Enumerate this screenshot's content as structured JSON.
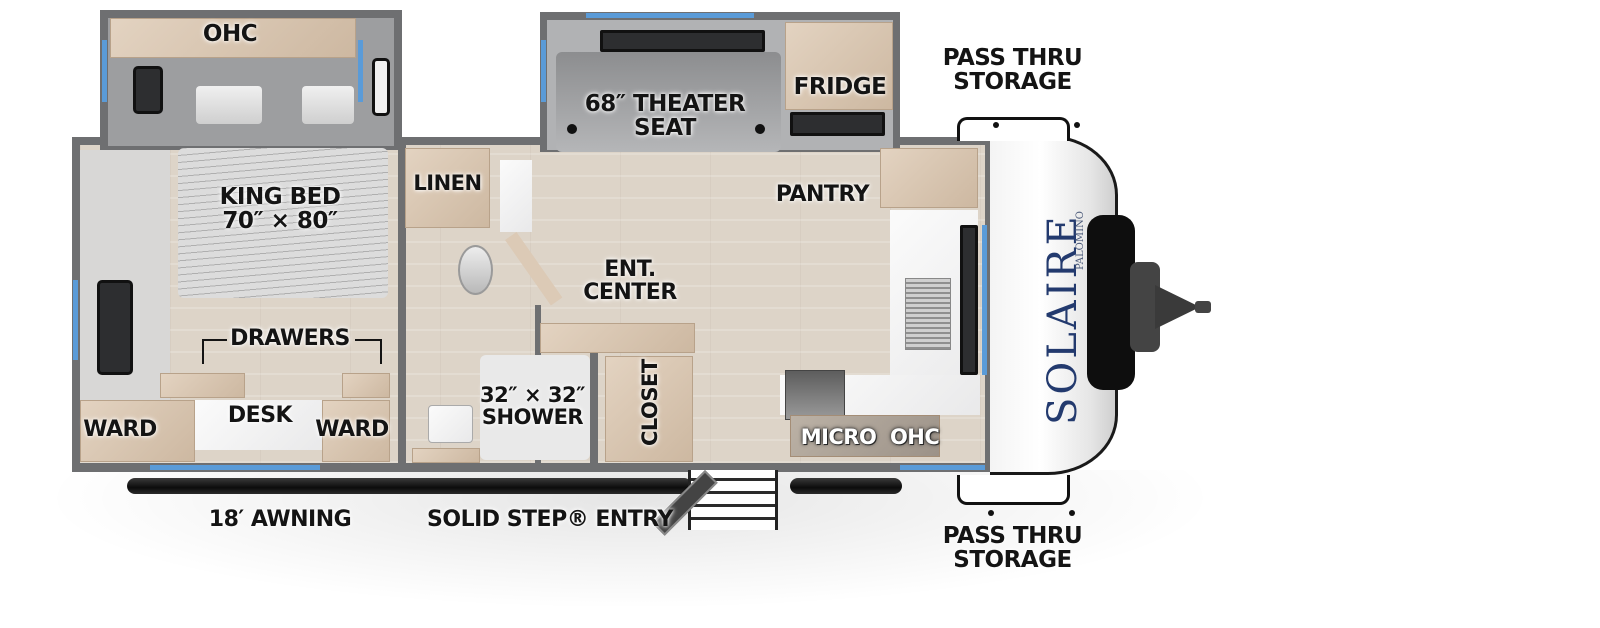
{
  "floorplan": {
    "brand": "SOLAIRE",
    "brand_sub": "PALOMINO",
    "colors": {
      "wall": "#6e6f71",
      "floor": "#ddd4c8",
      "cabinet": "#d9c7b3",
      "window": "#5a9bd8",
      "label": "#141414"
    },
    "labels": {
      "ohc_bedroom": "OHC",
      "king_bed_line1": "KING BED",
      "king_bed_line2": "70″ × 80″",
      "drawers": "DRAWERS",
      "desk": "DESK",
      "ward_left": "WARD",
      "ward_right": "WARD",
      "linen": "LINEN",
      "ent_center_line1": "ENT.",
      "ent_center_line2": "CENTER",
      "shower_line1": "32″ × 32″",
      "shower_line2": "SHOWER",
      "closet": "CLOSET",
      "theater_seat_line1": "68″ THEATER",
      "theater_seat_line2": "SEAT",
      "fridge": "FRIDGE",
      "pantry": "PANTRY",
      "micro_ohc": "MICRO  OHC",
      "pass_thru_top_line1": "PASS THRU",
      "pass_thru_top_line2": "STORAGE",
      "pass_thru_bottom_line1": "PASS THRU",
      "pass_thru_bottom_line2": "STORAGE",
      "awning": "18′ AWNING",
      "entry": "SOLID STEP® ENTRY"
    }
  }
}
